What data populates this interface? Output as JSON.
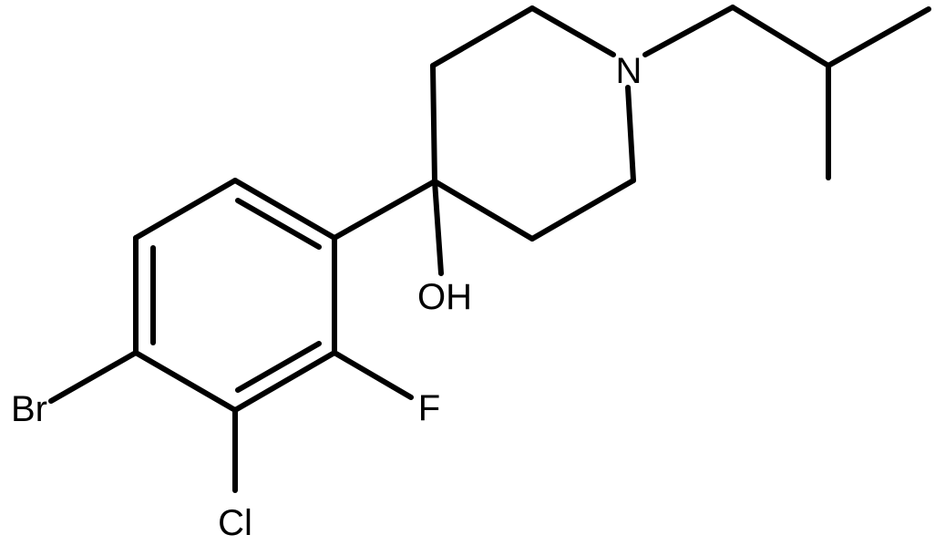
{
  "molecule": {
    "atoms": {
      "n": "N",
      "oh": "OH",
      "f": "F",
      "cl": "Cl",
      "br": "Br"
    },
    "colors": {
      "bond": "#000000",
      "label": "#000000",
      "background": "#ffffff"
    }
  }
}
